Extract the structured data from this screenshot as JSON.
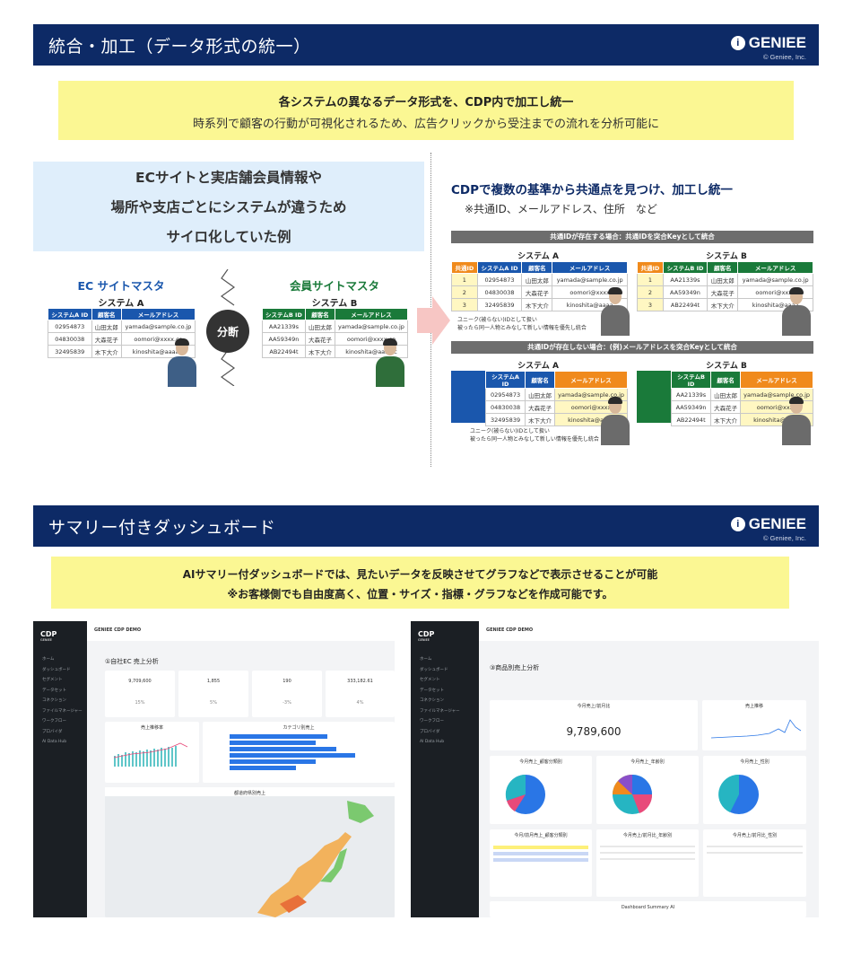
{
  "section1": {
    "title": "統合・加工（データ形式の統一）",
    "logo": "GENIEE",
    "copyright": "© Geniee, Inc.",
    "banner_bold": "各システムの異なるデータ形式を、CDP内で加工し統一",
    "banner_normal": "時系列で顧客の行動が可視化されるため、広告クリックから受注までの流れを分析可能に",
    "left_box_line1": "ECサイトと実店舗会員情報や",
    "left_box_line2": "場所や支店ごとにシステムが違うため",
    "left_box_line3": "サイロ化していた例",
    "ec_master": "EC サイトマスタ",
    "member_master": "会員サイトマスタ",
    "system_a": "システム A",
    "system_b": "システム B",
    "badge": "分断",
    "right_title": "CDPで複数の基準から共通点を見つけ、加工し統一",
    "right_sub": "※共通ID、メールアドレス、住所　など",
    "bar1": "共通IDが存在する場合：共通IDを突合Keyとして統合",
    "bar2": "共通IDが存在しない場合：(例)メールアドレスを突合Keyとして統合",
    "note1": "ユニーク(被らない)IDとして扱い",
    "note2": "被ったら同一人物とみなして新しい情報を優先し統合",
    "table_a": {
      "headers": [
        "システムA ID",
        "顧客名",
        "メールアドレス"
      ],
      "rows": [
        [
          "02954873",
          "山田太郎",
          "yamada@sample.co.jp"
        ],
        [
          "04830038",
          "大森花子",
          "oomori@xxxx.co"
        ],
        [
          "32495839",
          "木下大介",
          "kinoshita@aaaa.c"
        ]
      ]
    },
    "table_b": {
      "headers": [
        "システムB ID",
        "顧客名",
        "メールアドレス"
      ],
      "rows": [
        [
          "AA21339s",
          "山田太郎",
          "yamada@sample.co.jp"
        ],
        [
          "AA59349n",
          "大森花子",
          "oomori@xxxx.co"
        ],
        [
          "AB22494t",
          "木下大介",
          "kinoshita@aaaa.c"
        ]
      ]
    },
    "table_ra": {
      "headers": [
        "共通ID",
        "システムA ID",
        "顧客名",
        "メールアドレス"
      ],
      "rows": [
        [
          "1",
          "02954873",
          "山田太郎",
          "yamada@sample.co.jp"
        ],
        [
          "2",
          "04830038",
          "大森花子",
          "oomori@xxxx"
        ],
        [
          "3",
          "32495839",
          "木下大介",
          "kinoshita@aaaa"
        ]
      ]
    },
    "table_rb": {
      "headers": [
        "共通ID",
        "システムB ID",
        "顧客名",
        "メールアドレス"
      ],
      "rows": [
        [
          "1",
          "AA21339s",
          "山田太郎",
          "yamada@sample.co.jp"
        ],
        [
          "2",
          "AA59349n",
          "大森花子",
          "oomori@xxxx"
        ],
        [
          "3",
          "AB22494t",
          "木下大介",
          "kinoshita@aaaa"
        ]
      ]
    }
  },
  "section2": {
    "title": "サマリー付きダッシュボード",
    "banner_line1": "AIサマリー付ダッシュボードでは、見たいデータを反映させてグラフなどで表示させることが可能",
    "banner_line2": "※お客様側でも自由度高く、位置・サイズ・指標・グラフなどを作成可能です。",
    "dash1": {
      "app": "GENIEE CDP DEMO",
      "title": "①自社EC 売上分析",
      "kpis": [
        "9,709,600",
        "1,855",
        "190",
        "333,182.61"
      ],
      "kpi_pct": [
        "15%",
        "5%",
        "-3%",
        "4%"
      ],
      "chart1": "売上推移率",
      "chart2": "カテゴリ別売上",
      "map_title": "都道府県別売上",
      "bars": [
        0.62,
        0.55,
        0.68,
        0.8,
        0.55,
        0.42
      ],
      "side": [
        "ホーム",
        "ダッシュボード",
        "セグメント",
        "データセット",
        "コネクション",
        "ファイルマネージャー",
        "ワークフロー",
        "プロバイダ",
        "AI Data Hub"
      ]
    },
    "dash2": {
      "app": "GENIEE CDP DEMO",
      "title": "③商品別売上分析",
      "kpi_label": "今月売上/前月比",
      "kpi_value": "9,789,600",
      "trend_title": "売上推移",
      "pie1": "今月売上_顧客分類別",
      "pie2": "今月売上_年齢別",
      "pie3": "今月売上_性別",
      "tbl1": "今月/前月売上_顧客分類別",
      "tbl2": "今月売上/前月比_年齢別",
      "tbl3": "今月売上/前月比_性別",
      "summary": "Dashboard Summary AI",
      "side": [
        "ホーム",
        "ダッシュボード",
        "セグメント",
        "データセット",
        "コネクション",
        "ファイルマネージャー",
        "ワークフロー",
        "プロバイダ",
        "AI Data Hub"
      ]
    }
  }
}
